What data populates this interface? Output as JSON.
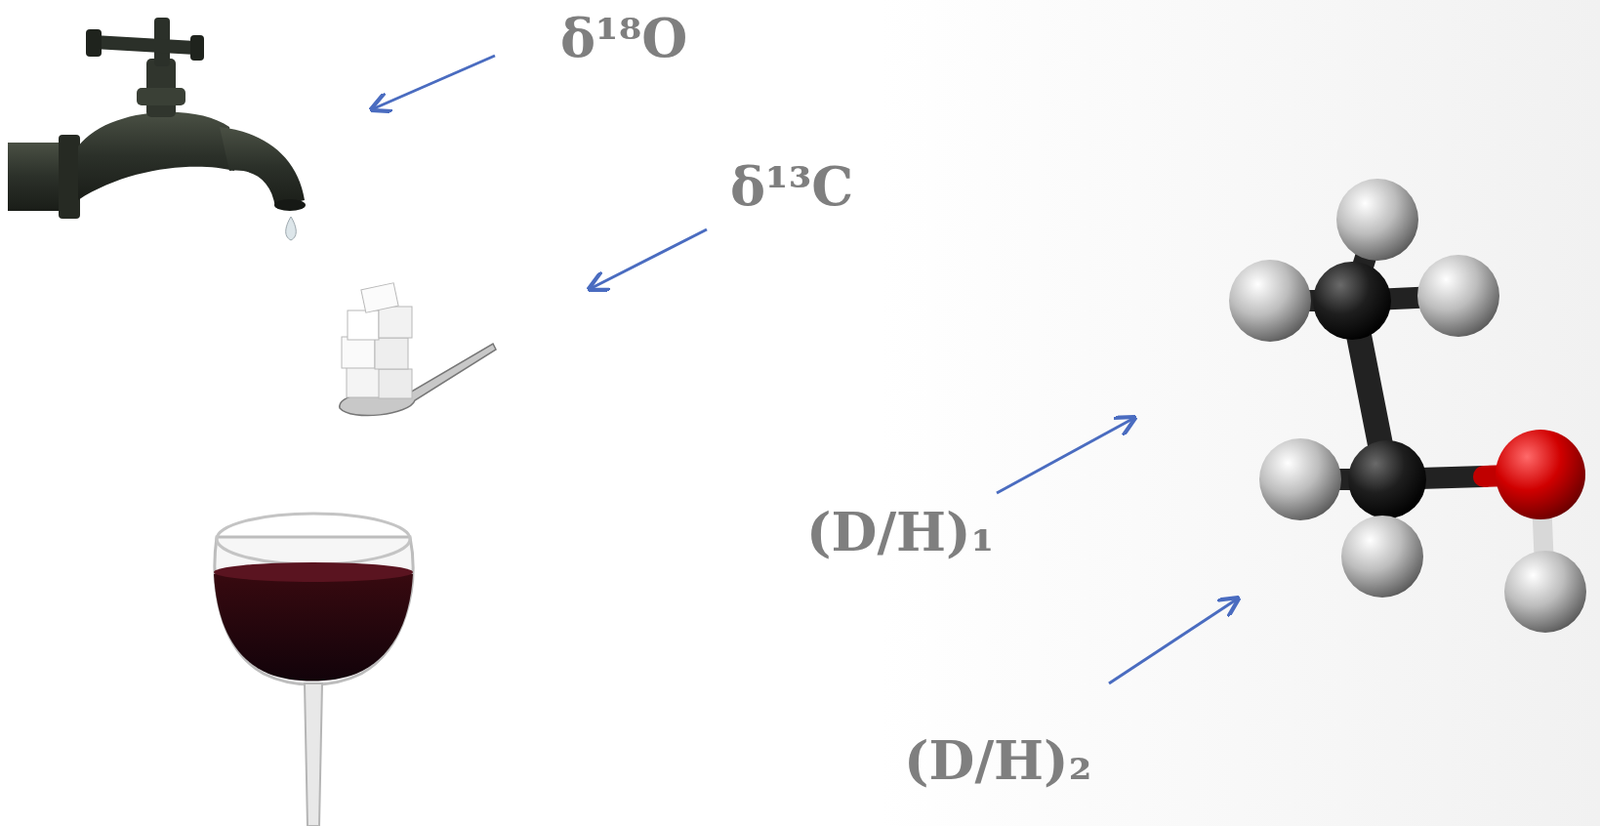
{
  "diagram": {
    "labels": [
      "δ¹⁸O",
      "δ¹³C",
      "(D/H)₁",
      "(D/H)₂"
    ]
  }
}
